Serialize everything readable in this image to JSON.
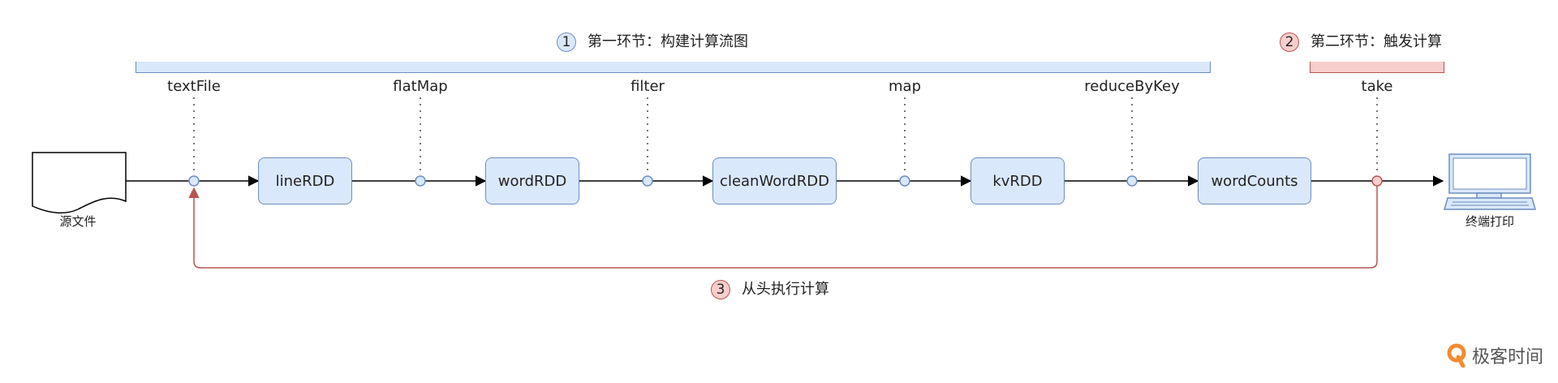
{
  "phases": [
    {
      "number": "1",
      "title": "第一环节：构建计算流图"
    },
    {
      "number": "2",
      "title": "第二环节：触发计算"
    },
    {
      "number": "3",
      "title": "从头执行计算"
    }
  ],
  "operators": [
    "textFile",
    "flatMap",
    "filter",
    "map",
    "reduceByKey",
    "take"
  ],
  "rdds": [
    "lineRDD",
    "wordRDD",
    "cleanWordRDD",
    "kvRDD",
    "wordCounts"
  ],
  "source_label": "源文件",
  "terminal_label": "终端打印",
  "brand": "极客时间",
  "colors": {
    "blue_fill": "#dae8fc",
    "blue_stroke": "#6c8ebf",
    "red_fill": "#f8cecc",
    "red_stroke": "#b85450",
    "dotted": "#777777",
    "arrow": "#000000"
  },
  "icons": [
    "document-icon",
    "computer-terminal-icon",
    "geektime-logo-icon"
  ]
}
